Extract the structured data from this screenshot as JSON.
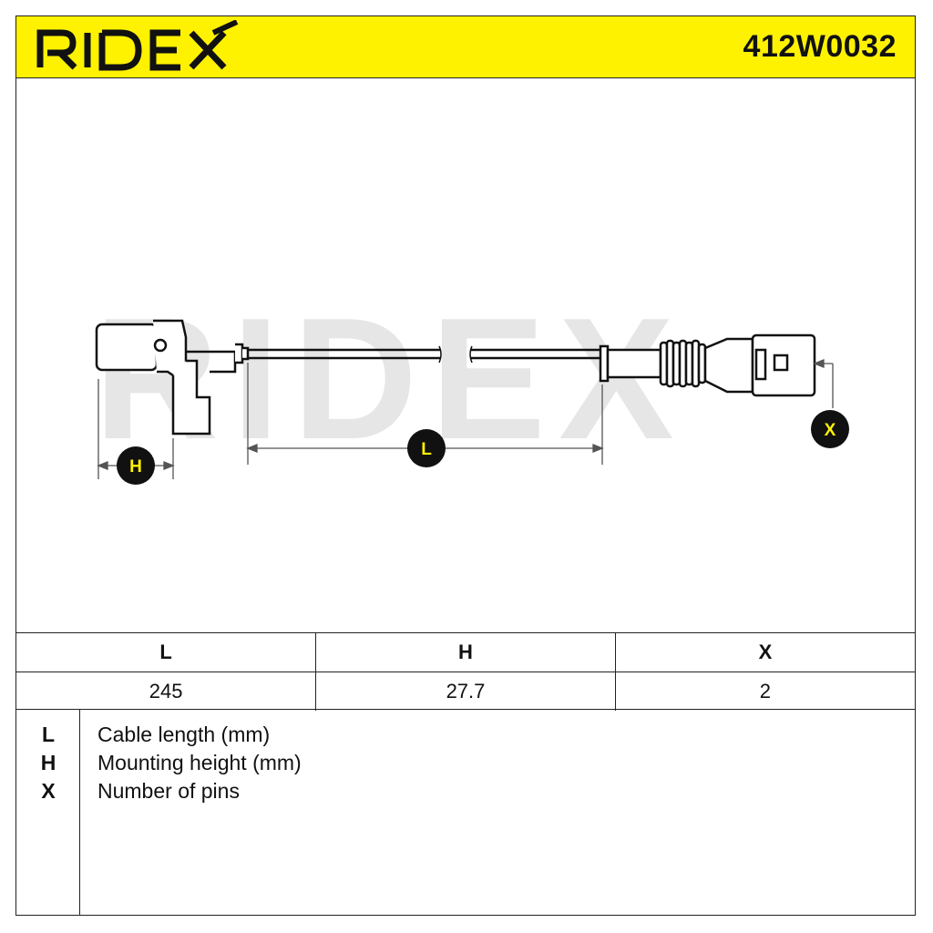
{
  "header": {
    "brand": "RIDEX",
    "part_number": "412W0032",
    "brand_color": "#fff200"
  },
  "drawing": {
    "watermark": "RIDEX",
    "dimension_markers": [
      {
        "label": "H"
      },
      {
        "label": "L"
      },
      {
        "label": "X"
      }
    ]
  },
  "specs": {
    "headers": [
      "L",
      "H",
      "X"
    ],
    "values": [
      "245",
      "27.7",
      "2"
    ]
  },
  "legend": [
    {
      "key": "L",
      "description": "Cable length (mm)"
    },
    {
      "key": "H",
      "description": "Mounting height (mm)"
    },
    {
      "key": "X",
      "description": "Number of pins"
    }
  ]
}
